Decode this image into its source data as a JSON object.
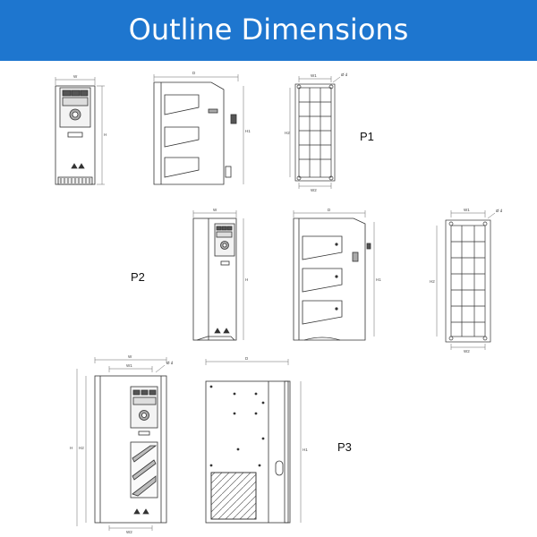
{
  "header": {
    "title": "Outline Dimensions",
    "background": "#1e76cf"
  },
  "models": [
    {
      "label": "P1",
      "dims": {
        "width": "W",
        "depth": "D",
        "height": "H",
        "mount_width": "W1",
        "mount_height": "H1",
        "mount_side": "H2",
        "bottom_width": "W2",
        "hole": "Ø d"
      }
    },
    {
      "label": "P2",
      "dims": {
        "width": "W",
        "depth": "D",
        "height": "H",
        "mount_width": "W1",
        "mount_height": "H1",
        "mount_side": "H2",
        "bottom_width": "W2",
        "hole": "Ø d"
      }
    },
    {
      "label": "P3",
      "dims": {
        "width": "W",
        "depth": "D",
        "height": "H",
        "mount_width": "W1",
        "mount_height": "H1",
        "mount_side": "H2",
        "bottom_width": "W2",
        "hole": "Ø d"
      }
    }
  ]
}
